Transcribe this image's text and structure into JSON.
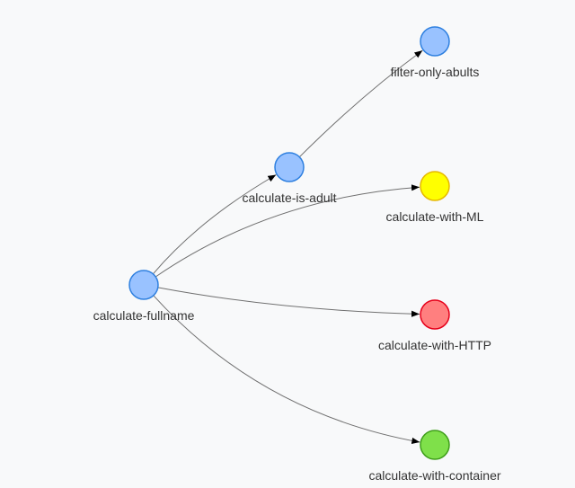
{
  "graph": {
    "nodes": [
      {
        "id": "calculate-fullname",
        "label": "calculate-fullname",
        "fill": "#99c2ff",
        "stroke": "#2f80e0"
      },
      {
        "id": "calculate-is-adult",
        "label": "calculate-is-adult",
        "fill": "#99c2ff",
        "stroke": "#2f80e0"
      },
      {
        "id": "filter-only-abults",
        "label": "filter-only-abults",
        "fill": "#99c2ff",
        "stroke": "#2f80e0"
      },
      {
        "id": "calculate-with-ML",
        "label": "calculate-with-ML",
        "fill": "#ffff00",
        "stroke": "#e6b800"
      },
      {
        "id": "calculate-with-HTTP",
        "label": "calculate-with-HTTP",
        "fill": "#ff7f7f",
        "stroke": "#e6001a"
      },
      {
        "id": "calculate-with-container",
        "label": "calculate-with-container",
        "fill": "#7fe04a",
        "stroke": "#3f9e1a"
      }
    ],
    "edges": [
      {
        "from": "calculate-fullname",
        "to": "calculate-is-adult"
      },
      {
        "from": "calculate-fullname",
        "to": "calculate-with-ML"
      },
      {
        "from": "calculate-fullname",
        "to": "calculate-with-HTTP"
      },
      {
        "from": "calculate-fullname",
        "to": "calculate-with-container"
      },
      {
        "from": "calculate-is-adult",
        "to": "filter-only-abults"
      }
    ]
  }
}
